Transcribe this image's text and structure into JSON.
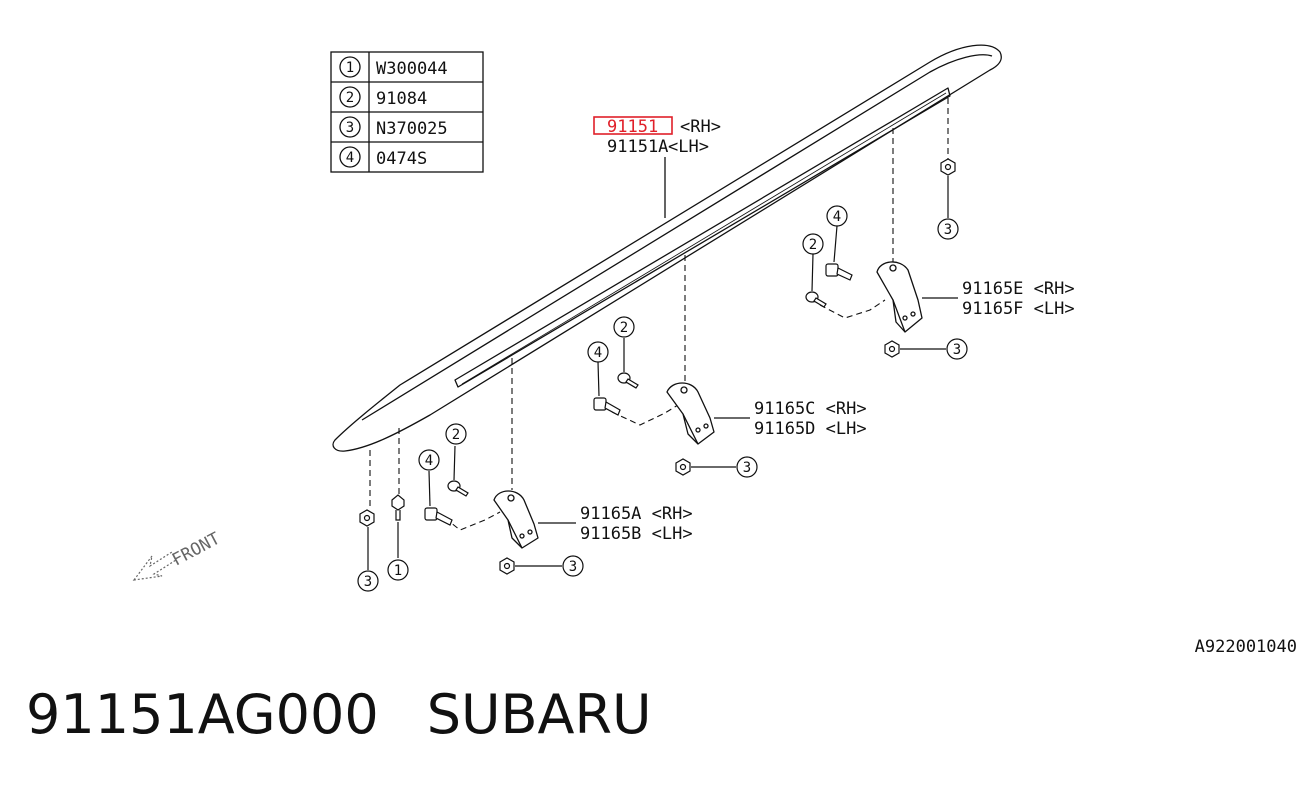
{
  "legend": [
    {
      "num": "1",
      "code": "W300044"
    },
    {
      "num": "2",
      "code": "91084"
    },
    {
      "num": "3",
      "code": "N370025"
    },
    {
      "num": "4",
      "code": "0474S"
    }
  ],
  "rail_label": {
    "highlight": "91151",
    "rh": "<RH>",
    "lh_code": "91151A",
    "lh": "<LH>"
  },
  "brackets": [
    {
      "rh": "91165E <RH>",
      "lh": "91165F <LH>"
    },
    {
      "rh": "91165C <RH>",
      "lh": "91165D <LH>"
    },
    {
      "rh": "91165A <RH>",
      "lh": "91165B <LH>"
    }
  ],
  "callouts": {
    "one": "1",
    "two": "2",
    "three": "3",
    "four": "4"
  },
  "front_label": "FRONT",
  "diagram_code": "A922001040",
  "footer": {
    "part_number": "91151AG000",
    "brand": "SUBARU"
  },
  "colors": {
    "line": "#111111",
    "highlight": "#e0202a"
  }
}
